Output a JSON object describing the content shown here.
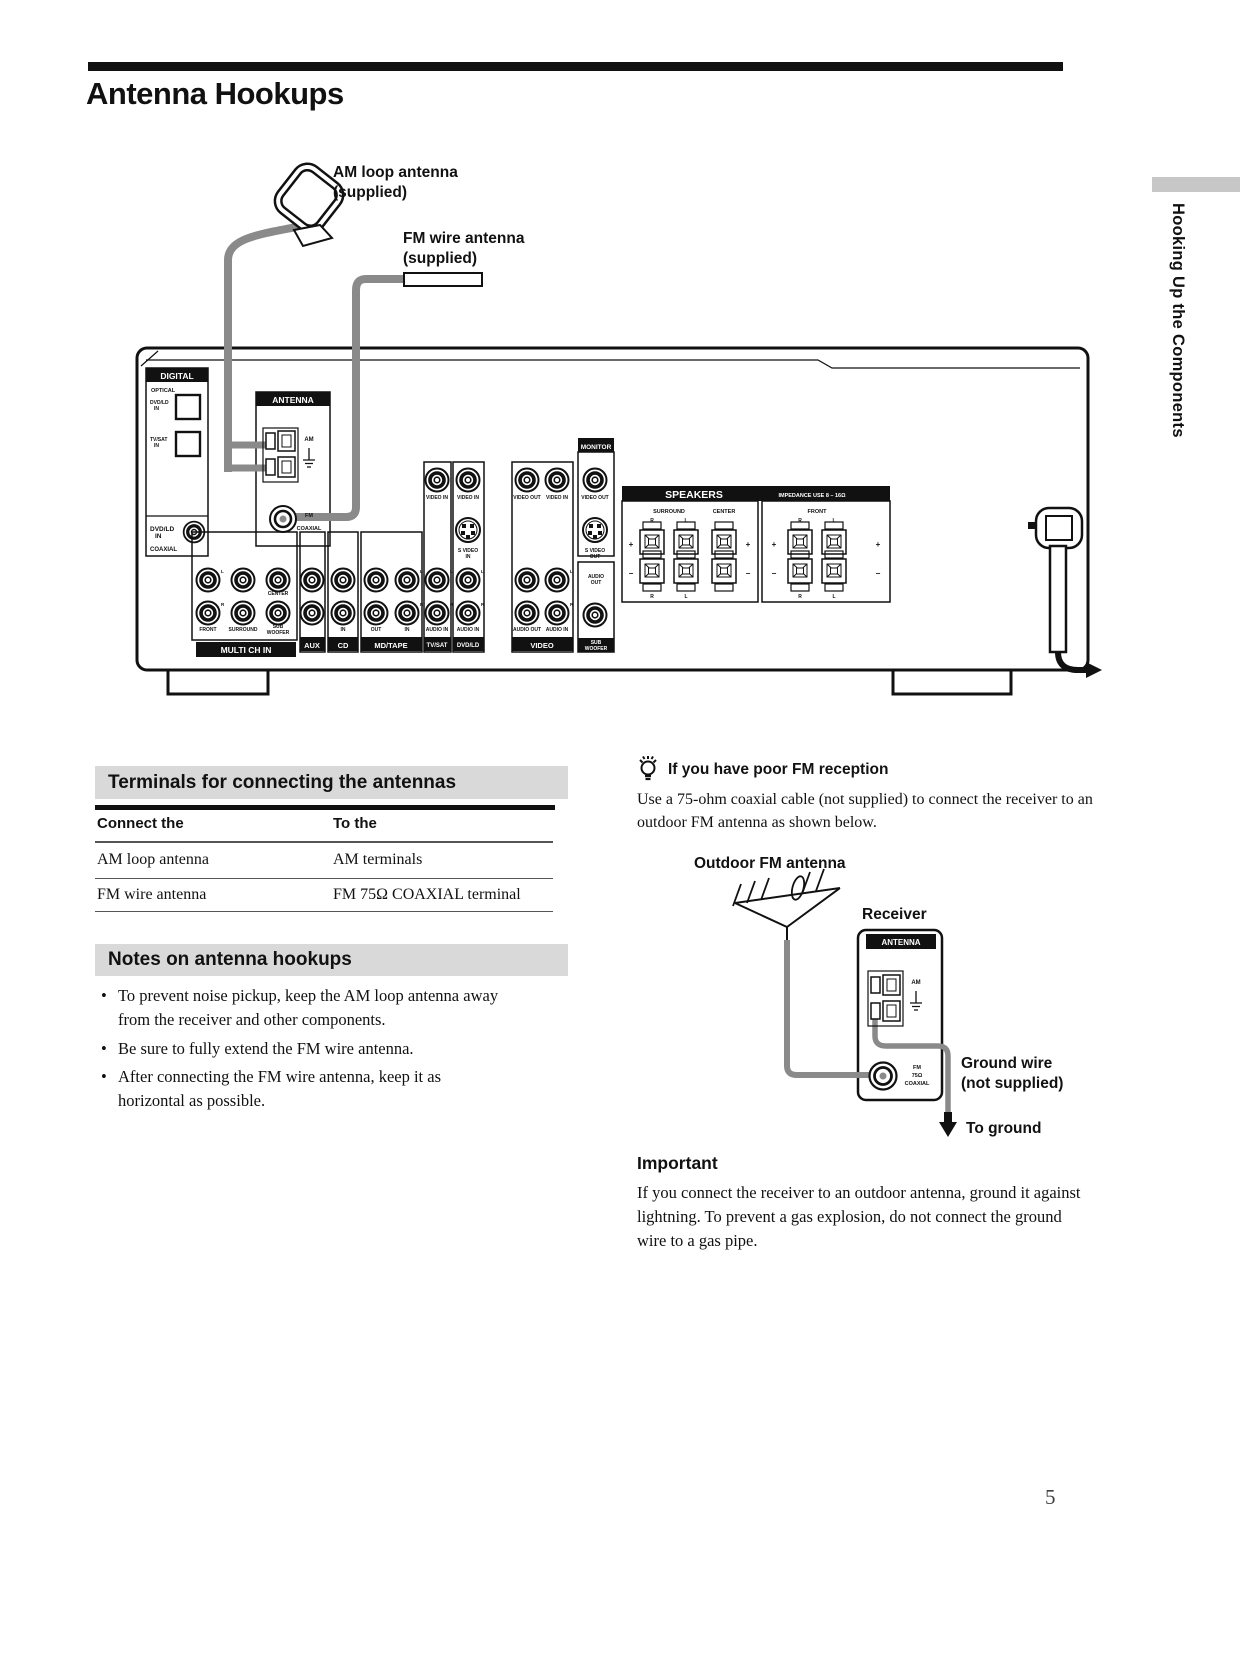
{
  "page": {
    "title": "Antenna Hookups",
    "number": "5"
  },
  "sidebar": {
    "tab": "Hooking Up the Components"
  },
  "diagram": {
    "am_loop_label": "AM loop antenna\n(supplied)",
    "fm_wire_label": "FM wire antenna\n(supplied)",
    "rear": {
      "digital": "DIGITAL",
      "optical": "OPTICAL",
      "dvdld": "DVD/LD",
      "tvsat": "TV/SAT",
      "in": "IN",
      "out": "OUT",
      "coaxial": "COAXIAL",
      "antenna": "ANTENNA",
      "am": "AM",
      "fm": "FM",
      "ohm": "75Ω",
      "monitor": "MONITOR",
      "video_in": "VIDEO IN",
      "video_out": "VIDEO OUT",
      "s_video": "S VIDEO",
      "audio": "AUDIO",
      "audio_in": "AUDIO IN",
      "audio_out": "AUDIO OUT",
      "front": "FRONT",
      "surround": "SURROUND",
      "center": "CENTER",
      "sub": "SUB",
      "woofer": "WOOFER",
      "multi_ch_in": "MULTI CH IN",
      "aux": "AUX",
      "cd": "CD",
      "md_tape": "MD/TAPE",
      "video": "VIDEO",
      "speakers": "SPEAKERS",
      "impedance": "IMPEDANCE USE 8 – 16Ω",
      "l": "L",
      "r": "R",
      "plus": "+",
      "minus": "−"
    }
  },
  "terminals_section": {
    "title": "Terminals for connecting the antennas",
    "col1": "Connect the",
    "col2": "To the",
    "rows": [
      {
        "connect": "AM loop antenna",
        "to": "AM terminals"
      },
      {
        "connect": "FM wire antenna",
        "to": "FM 75Ω COAXIAL terminal"
      }
    ]
  },
  "notes_section": {
    "title": "Notes on antenna hookups",
    "bullets": [
      "To prevent noise pickup, keep the AM loop antenna away from the receiver and other components.",
      "Be sure to fully extend the FM wire antenna.",
      "After connecting the FM wire antenna, keep it as horizontal as possible."
    ]
  },
  "tip": {
    "title": "If you have poor FM reception",
    "body": "Use a 75-ohm coaxial cable (not supplied) to connect the receiver to an outdoor FM antenna as shown below."
  },
  "outdoor": {
    "antenna_label": "Outdoor FM antenna",
    "receiver_label": "Receiver",
    "ground_wire": "Ground wire\n(not supplied)",
    "to_ground": "To ground"
  },
  "important": {
    "title": "Important",
    "body": "If you connect the receiver to an outdoor antenna, ground it against lightning. To prevent a gas explosion, do not connect the ground wire to a gas pipe."
  }
}
